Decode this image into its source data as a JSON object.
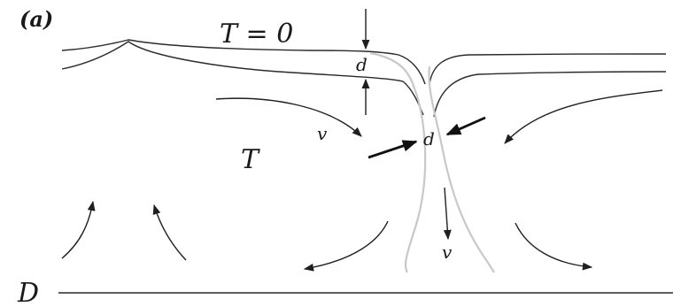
{
  "panel_label": "(a)",
  "labels": {
    "surface_temp": "T = 0",
    "interior_temp": "T",
    "depth": "D",
    "thickness_top": "d",
    "thickness_plume": "d",
    "velocity_upper": "v",
    "velocity_lower": "v"
  },
  "colors": {
    "ink": "#1a1a1a",
    "plume_outline": "#c8c8c8"
  }
}
